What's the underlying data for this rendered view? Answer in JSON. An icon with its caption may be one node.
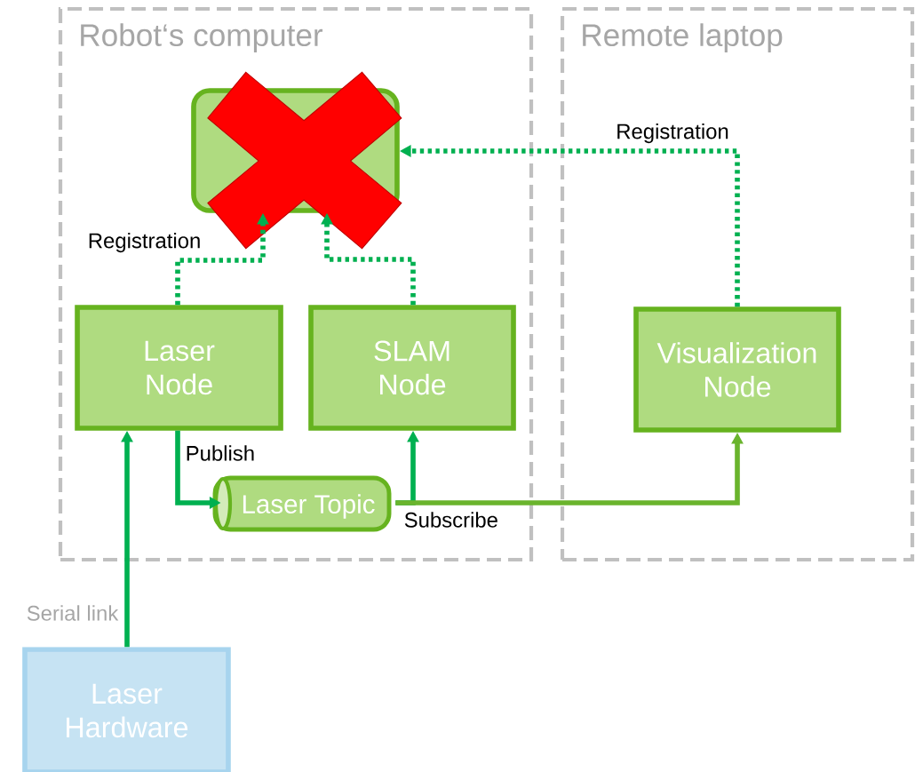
{
  "diagram": {
    "nodes": [
      {
        "text": [
          "Robot‘s computer"
        ]
      },
      {
        "text": [
          "Remote laptop"
        ]
      },
      {
        "text": [],
        "shape": "box",
        "in": 0
      },
      {
        "text": [
          "Laser Node"
        ],
        "in": 0
      },
      {
        "text": [
          "SLAM Node"
        ],
        "in": 0
      },
      {
        "text": [
          "Laser Topic"
        ],
        "in": 0
      },
      {
        "text": [
          "Visualization Node"
        ],
        "in": 1
      },
      {
        "text": [
          "Laser Hardware"
        ]
      }
    ],
    "edges": [
      {
        "from": 3,
        "to": 2,
        "arrow": "to",
        "label": "Registration",
        "style": "dashed"
      },
      {
        "from": 4,
        "to": 2,
        "arrow": "to",
        "style": "dashed"
      },
      {
        "from": 6,
        "to": 2,
        "arrow": "to",
        "label": "Registration",
        "style": "dashed"
      },
      {
        "from": 3,
        "to": 5,
        "arrow": "to",
        "label": "Publish"
      },
      {
        "from": 5,
        "to": 4,
        "arrow": "to"
      },
      {
        "from": 5,
        "to": 6,
        "arrow": "to",
        "label": "Subscribe",
        "color": "#6ab42d"
      },
      {
        "from": 7,
        "to": 3,
        "arrow": "to",
        "label": "Serial link"
      }
    ]
  }
}
